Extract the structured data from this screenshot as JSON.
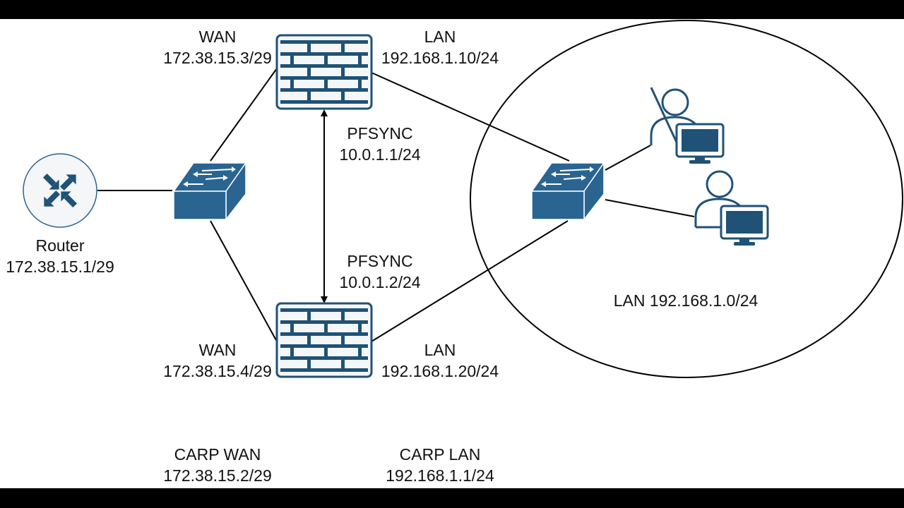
{
  "diagram": {
    "type": "network-topology",
    "colors": {
      "icon_primary": "#2a6491",
      "icon_dark": "#1f5276",
      "icon_light_fill": "#f4f6f8",
      "line": "#000000",
      "background": "#ffffff",
      "letterbox": "#000000"
    },
    "nodes": {
      "router": {
        "label": "Router",
        "ip": "172.38.15.1/29",
        "icon": "router-icon"
      },
      "wan_switch": {
        "icon": "switch-icon"
      },
      "firewall_top": {
        "icon": "firewall-icon",
        "wan_label": "WAN",
        "wan_ip": "172.38.15.3/29",
        "lan_label": "LAN",
        "lan_ip": "192.168.1.10/24",
        "pfsync_label": "PFSYNC",
        "pfsync_ip": "10.0.1.1/24"
      },
      "firewall_bottom": {
        "icon": "firewall-icon",
        "wan_label": "WAN",
        "wan_ip": "172.38.15.4/29",
        "lan_label": "LAN",
        "lan_ip": "192.168.1.20/24",
        "pfsync_label": "PFSYNC",
        "pfsync_ip": "10.0.1.2/24"
      },
      "lan_switch": {
        "icon": "switch-icon"
      },
      "user_1": {
        "icon": "user-workstation-icon"
      },
      "user_2": {
        "icon": "user-workstation-icon"
      }
    },
    "lan_zone": {
      "label": "LAN 192.168.1.0/24"
    },
    "carp": {
      "wan_label": "CARP WAN",
      "wan_ip": "172.38.15.2/29",
      "lan_label": "CARP LAN",
      "lan_ip": "192.168.1.1/24"
    },
    "edges": [
      {
        "from": "router",
        "to": "wan_switch",
        "style": "line"
      },
      {
        "from": "wan_switch",
        "to": "firewall_top",
        "style": "line"
      },
      {
        "from": "wan_switch",
        "to": "firewall_bottom",
        "style": "line"
      },
      {
        "from": "firewall_top",
        "to": "firewall_bottom",
        "style": "bidirectional-arrow",
        "label": "PFSYNC"
      },
      {
        "from": "firewall_top",
        "to": "lan_switch",
        "style": "line"
      },
      {
        "from": "firewall_bottom",
        "to": "lan_switch",
        "style": "line"
      },
      {
        "from": "lan_switch",
        "to": "user_1",
        "style": "line"
      },
      {
        "from": "lan_switch",
        "to": "user_2",
        "style": "line"
      }
    ]
  }
}
